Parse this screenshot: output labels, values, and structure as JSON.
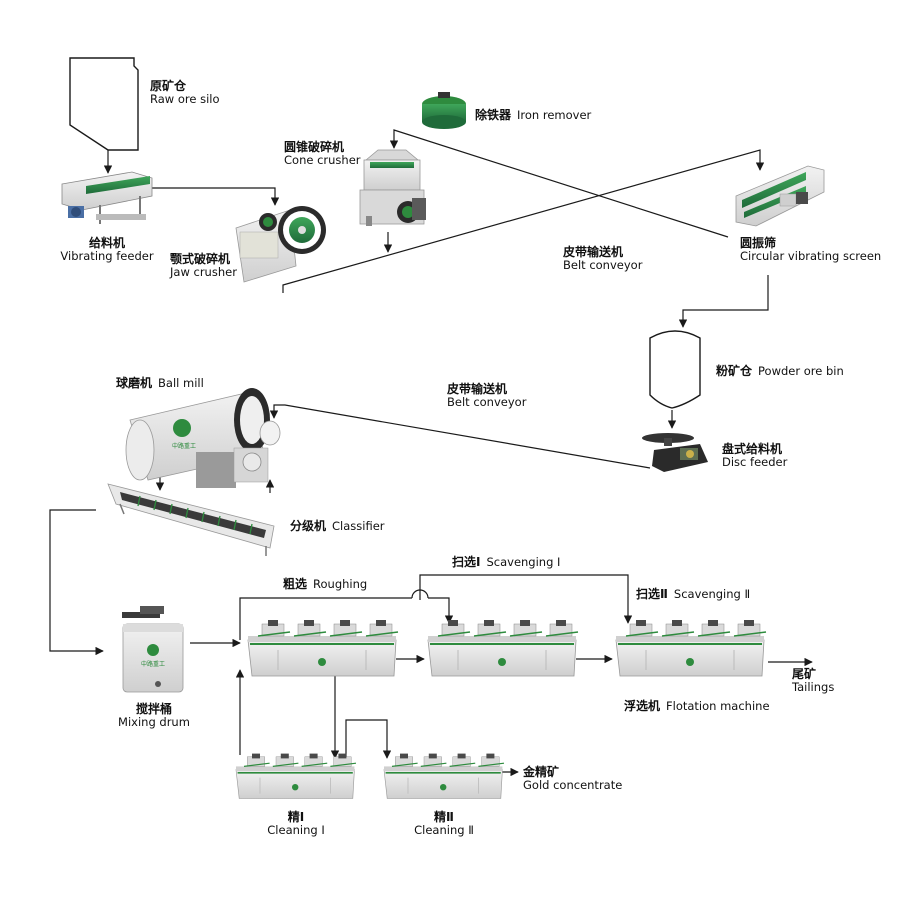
{
  "colors": {
    "line": "#1a1a1a",
    "machine_body": "#e6e6e6",
    "machine_shade": "#c7c7c7",
    "accent_green": "#2e8b3e",
    "dark_green": "#1f6b3a",
    "motor_dark": "#4a4a4a"
  },
  "labels": {
    "raw_ore_silo": {
      "cn": "原矿仓",
      "en": "Raw ore silo"
    },
    "vibrating_feeder": {
      "cn": "给料机",
      "en": "Vibrating feeder"
    },
    "jaw_crusher": {
      "cn": "颚式破碎机",
      "en": "Jaw crusher"
    },
    "cone_crusher": {
      "cn": "圆锥破碎机",
      "en": "Cone crusher"
    },
    "iron_remover": {
      "cn": "除铁器",
      "en": "Iron remover"
    },
    "belt_conveyor_1": {
      "cn": "皮带输送机",
      "en": "Belt conveyor"
    },
    "circular_vibrating_screen": {
      "cn": "圆振筛",
      "en": "Circular vibrating screen"
    },
    "powder_ore_bin": {
      "cn": "粉矿仓",
      "en": "Powder ore bin"
    },
    "disc_feeder": {
      "cn": "盘式给料机",
      "en": "Disc feeder"
    },
    "belt_conveyor_2": {
      "cn": "皮带输送机",
      "en": "Belt conveyor"
    },
    "ball_mill": {
      "cn": "球磨机",
      "en": "Ball mill"
    },
    "classifier": {
      "cn": "分级机",
      "en": "Classifier"
    },
    "mixing_drum": {
      "cn": "搅拌桶",
      "en": "Mixing drum"
    },
    "roughing": {
      "cn": "粗选",
      "en": "Roughing"
    },
    "scavenging_1": {
      "cn": "扫选Ⅰ",
      "en": "Scavenging I"
    },
    "scavenging_2": {
      "cn": "扫选Ⅱ",
      "en": "Scavenging Ⅱ"
    },
    "tailings": {
      "cn": "尾矿",
      "en": "Tailings"
    },
    "flotation_machine": {
      "cn": "浮选机",
      "en": "Flotation machine"
    },
    "gold_concentrate": {
      "cn": "金精矿",
      "en": "Gold concentrate"
    },
    "cleaning_1": {
      "cn": "精Ⅰ",
      "en": "Cleaning I"
    },
    "cleaning_2": {
      "cn": "精Ⅱ",
      "en": "Cleaning Ⅱ"
    }
  },
  "logo_text": "中路重工"
}
